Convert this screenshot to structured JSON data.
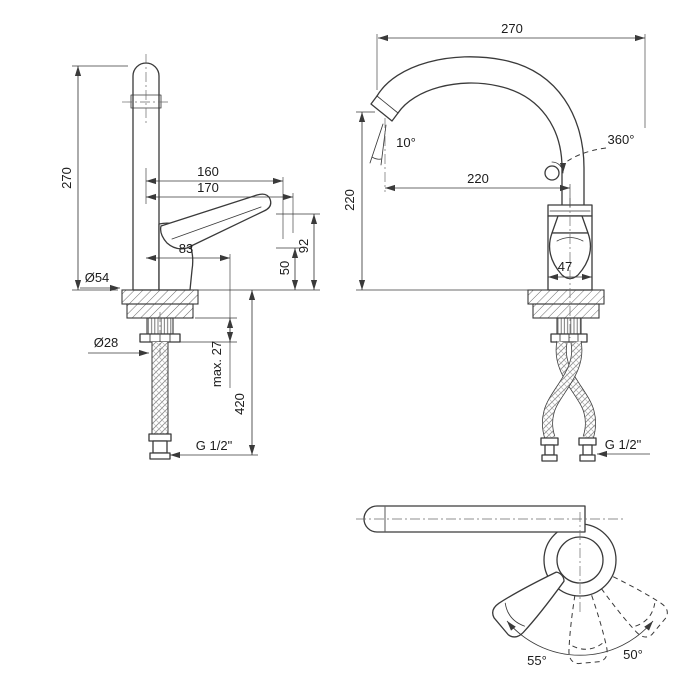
{
  "drawing": {
    "background": "#ffffff",
    "line_color": "#3a3a3a",
    "views": {
      "side": {
        "dims": {
          "spout_height": "270",
          "reach_inner": "160",
          "reach_outer": "170",
          "lever_length": "83",
          "deck_to_lever": "50",
          "deck_to_outlet": "92",
          "base_diameter": "Ø54",
          "shank_diameter": "Ø28",
          "max_counter_thickness": "max. 27",
          "hose_length": "420",
          "thread": "G 1/2\""
        }
      },
      "front": {
        "dims": {
          "overall_reach": "270",
          "stream_angle": "10°",
          "swivel_range": "360°",
          "outlet_height": "220",
          "outlet_reach": "220",
          "body_diameter": "47",
          "thread": "G 1/2\""
        }
      },
      "top": {
        "dims": {
          "lever_swing_left": "55°",
          "lever_swing_right": "50°"
        }
      }
    }
  }
}
